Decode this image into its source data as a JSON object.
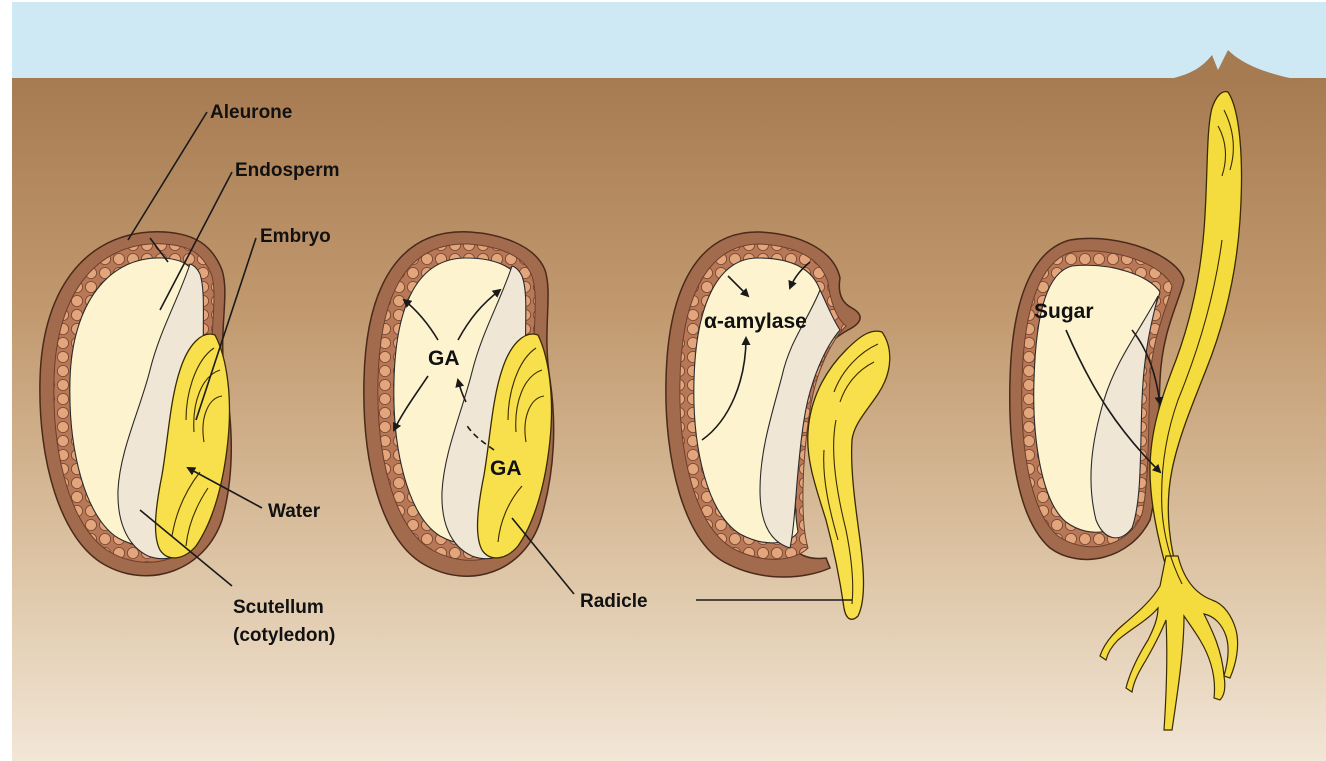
{
  "labels": {
    "aleurone": "Aleurone",
    "endosperm": "Endosperm",
    "embryo": "Embryo",
    "water": "Water",
    "scutellum": "Scutellum",
    "cotyledon": "(cotyledon)",
    "ga_top": "GA",
    "ga_embryo": "GA",
    "amylase": "α-amylase",
    "radicle": "Radicle",
    "sugar": "Sugar"
  },
  "colors": {
    "sky": "#cfe9f4",
    "soil_top": "#a77b52",
    "soil_bottom": "#f2e6d6",
    "seed_coat": "#a26b4e",
    "aleurone_cell": "#e3a57c",
    "endosperm": "#fdf4cf",
    "scutellum": "#efe6d6",
    "embryo": "#f8e04c",
    "root": "#f5dc3e"
  }
}
